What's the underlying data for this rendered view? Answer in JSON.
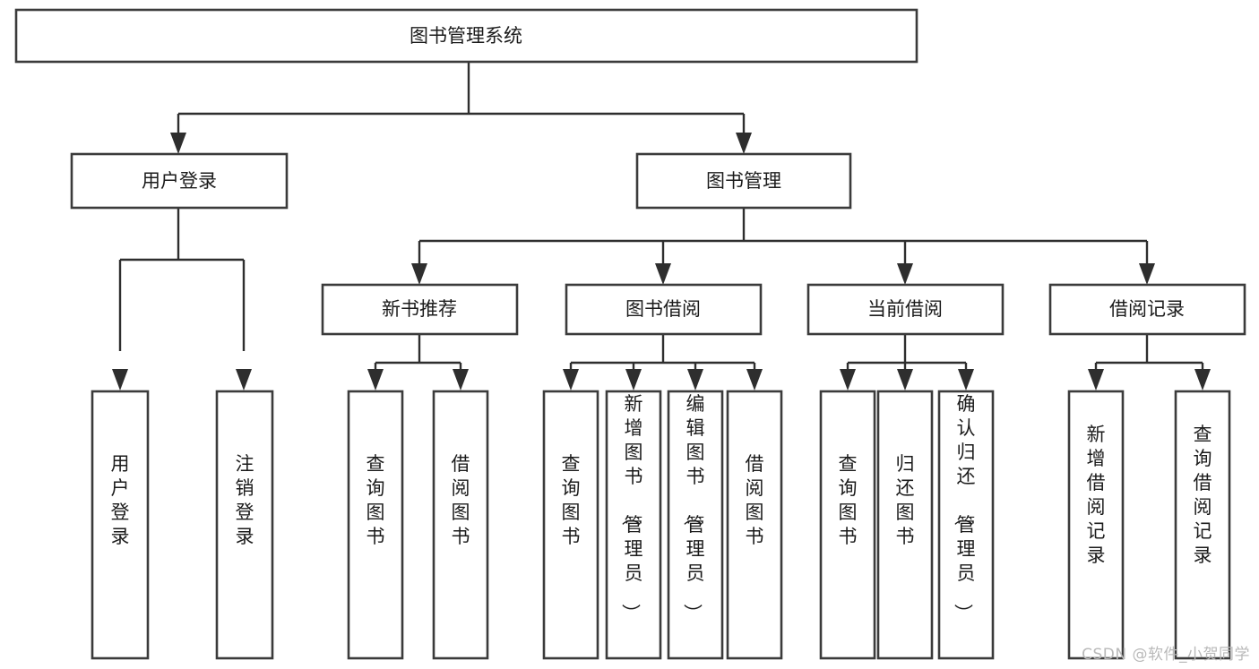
{
  "diagram": {
    "kind": "functional-structure-tree",
    "title": "图书管理系统",
    "watermark": "CSDN @软件_小贺同学",
    "colors": {
      "box_fill": "#ffffff",
      "box_stroke": "#3b3b3b",
      "connector": "#2e2e2e",
      "text": "#1b1b1b",
      "watermark": "#b9b9b9",
      "background": "#ffffff"
    },
    "root": {
      "id": "root",
      "label": "图书管理系统"
    },
    "level1": [
      {
        "id": "user-login",
        "label": "用户登录"
      },
      {
        "id": "book-manage",
        "label": "图书管理"
      }
    ],
    "level2": [
      {
        "id": "new-book-recommend",
        "label": "新书推荐",
        "parent": "book-manage"
      },
      {
        "id": "book-borrow",
        "label": "图书借阅",
        "parent": "book-manage"
      },
      {
        "id": "current-borrow",
        "label": "当前借阅",
        "parent": "book-manage"
      },
      {
        "id": "borrow-record",
        "label": "借阅记录",
        "parent": "book-manage"
      }
    ],
    "leaves": {
      "user-login": [
        {
          "id": "leaf-user-login",
          "label": "用户登录"
        },
        {
          "id": "leaf-logout-login",
          "label": "注销登录"
        }
      ],
      "new-book-recommend": [
        {
          "id": "leaf-query-book-1",
          "label": "查询图书"
        },
        {
          "id": "leaf-borrow-book-1",
          "label": "借阅图书"
        }
      ],
      "book-borrow": [
        {
          "id": "leaf-query-book-2",
          "label": "查询图书"
        },
        {
          "id": "leaf-add-book",
          "label": "新增图书（管理员）"
        },
        {
          "id": "leaf-edit-book",
          "label": "编辑图书（管理员）"
        },
        {
          "id": "leaf-borrow-book-2",
          "label": "借阅图书"
        }
      ],
      "current-borrow": [
        {
          "id": "leaf-query-book-3",
          "label": "查询图书"
        },
        {
          "id": "leaf-return-book",
          "label": "归还图书"
        },
        {
          "id": "leaf-confirm-return",
          "label": "确认归还（管理员）"
        }
      ],
      "borrow-record": [
        {
          "id": "leaf-add-record",
          "label": "新增借阅记录"
        },
        {
          "id": "leaf-query-record",
          "label": "查询借阅记录"
        }
      ]
    }
  }
}
